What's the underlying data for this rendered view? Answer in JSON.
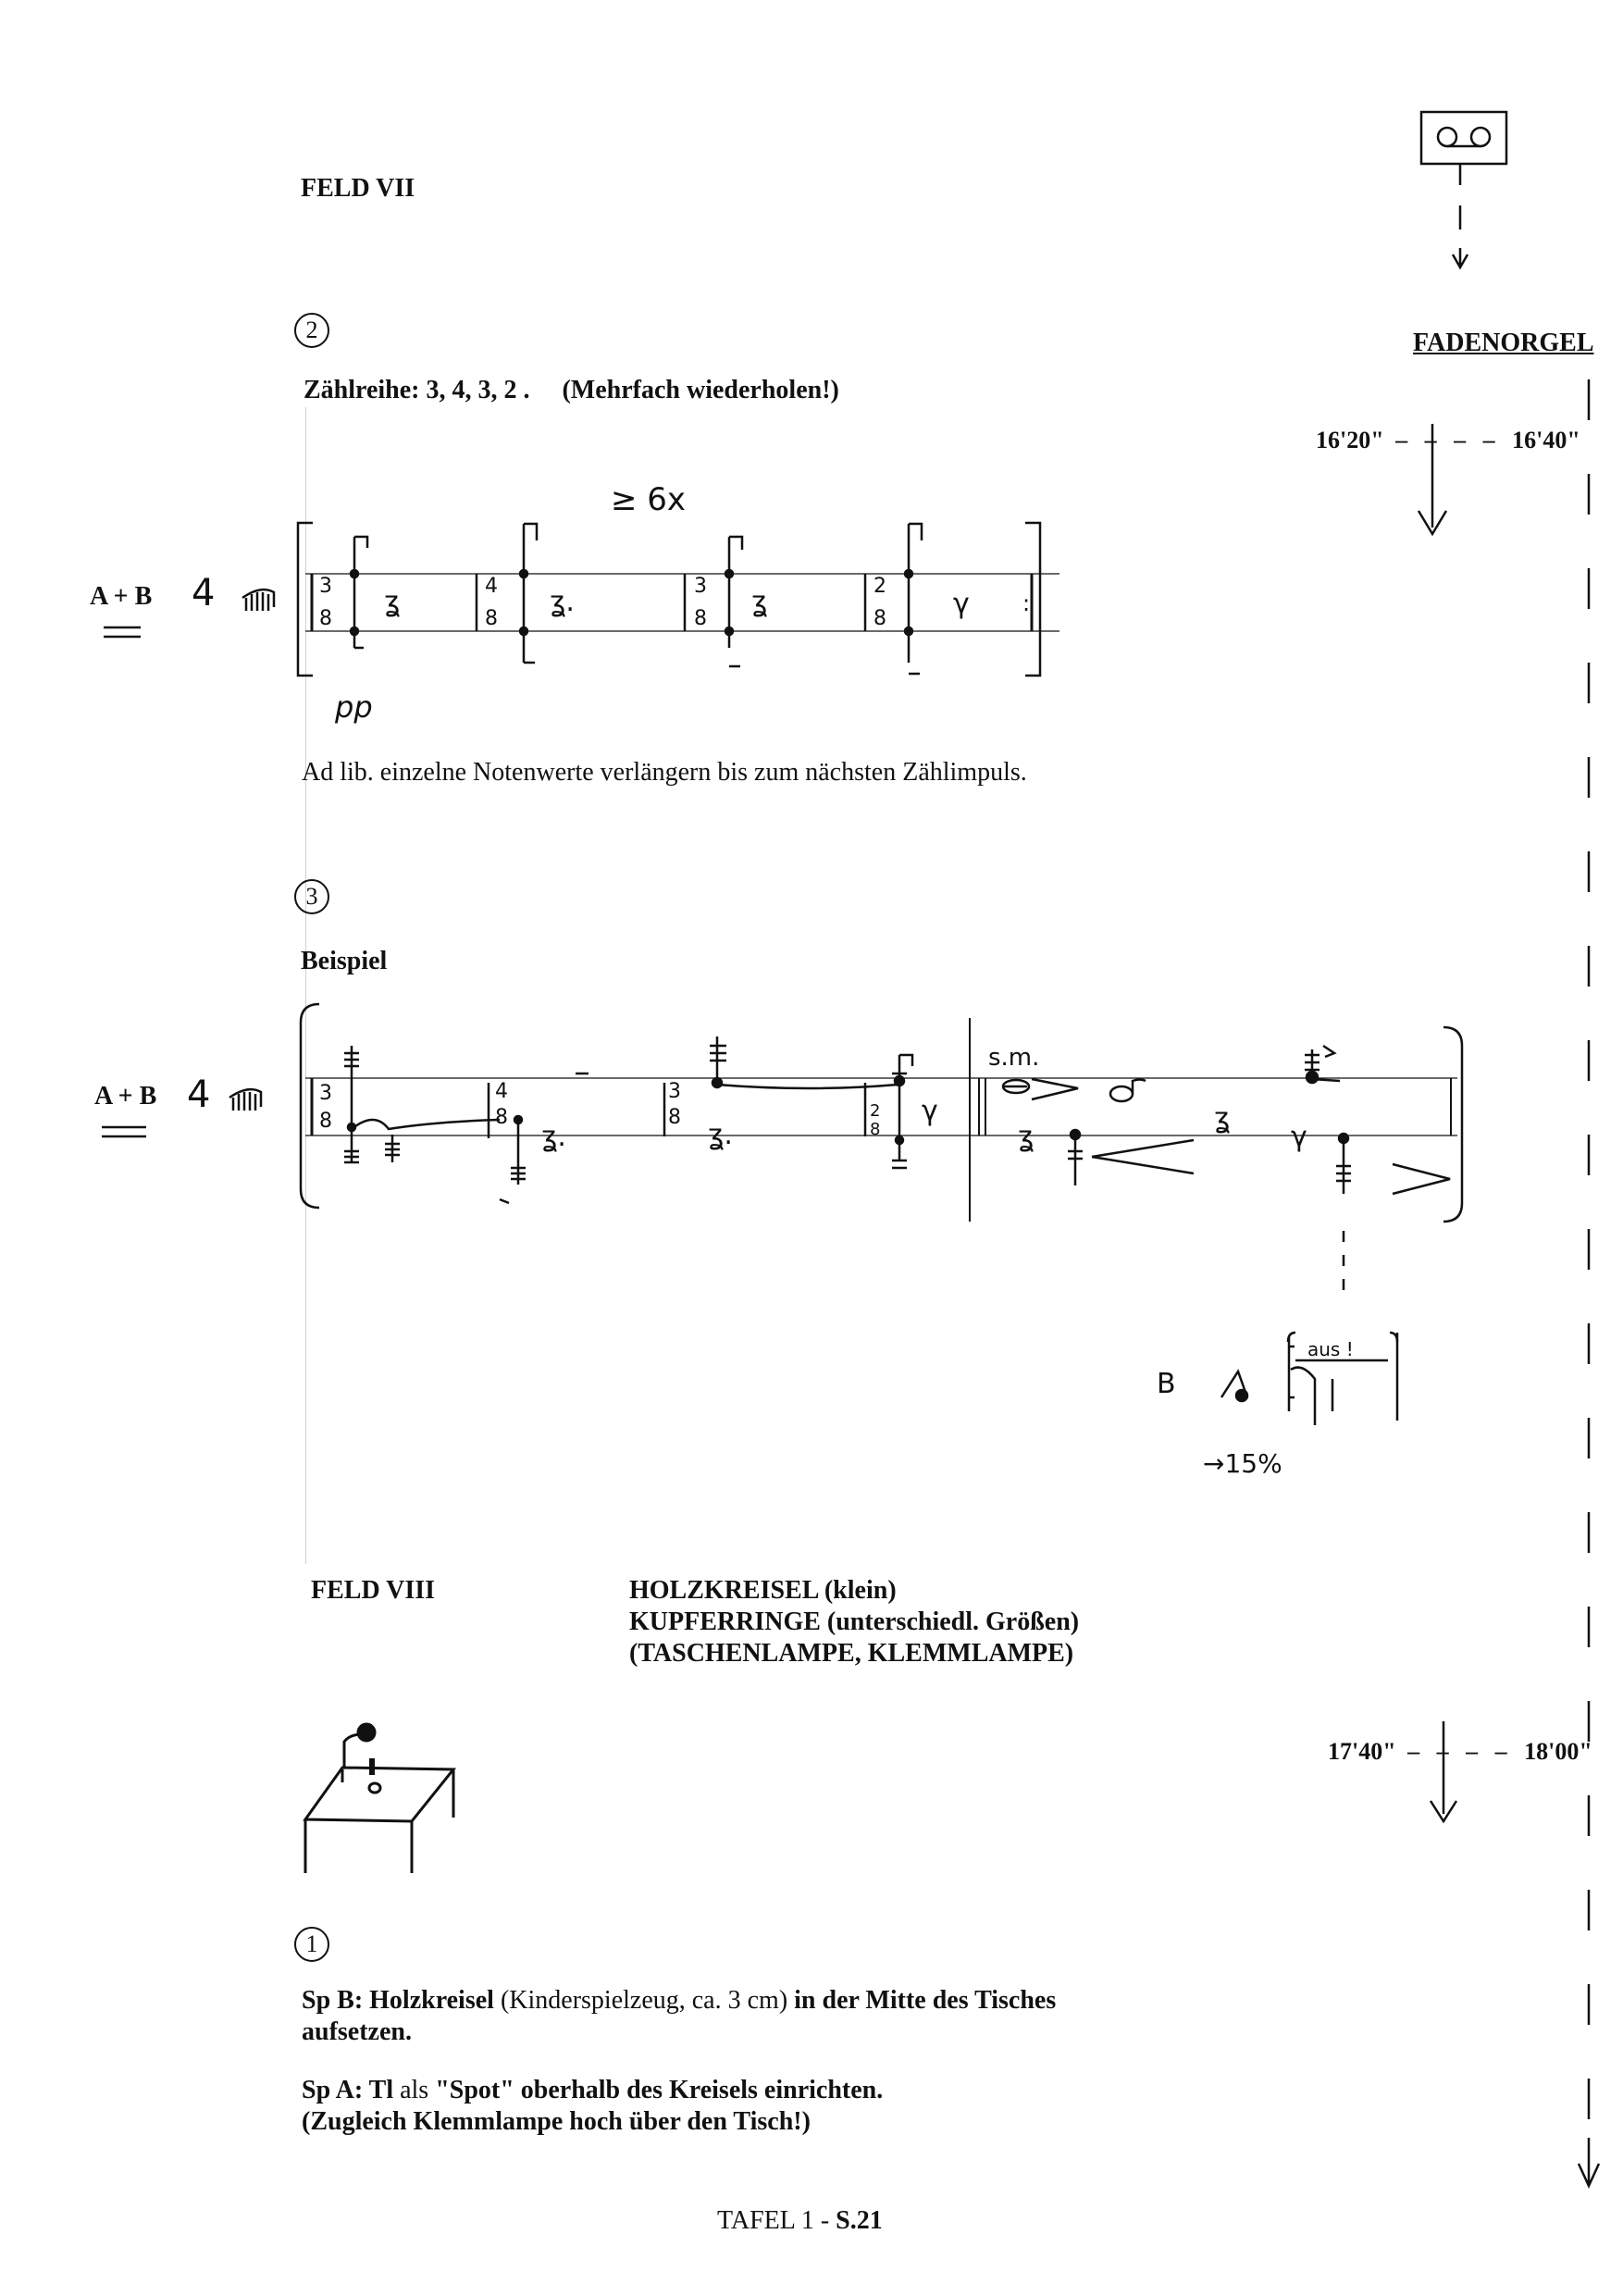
{
  "feld7": {
    "title": "FELD VII",
    "section2": {
      "number": "2",
      "count_row": "Zählreihe: 3, 4, 3, 2 .",
      "repeat_note": "(Mehrfach wiederholen!)",
      "players": "A + B",
      "instrument_count": "4",
      "repeat_mark": "≥ 6x",
      "time_signatures": [
        "3/8",
        "4/8",
        "3/8",
        "2/8"
      ],
      "dynamics": "pp",
      "instruction": "Ad lib. einzelne Notenwerte verlängern bis zum nächsten Zählimpuls."
    },
    "section3": {
      "number": "3",
      "label": "Beispiel",
      "players": "A + B",
      "instrument_count": "4",
      "simile": "s.m.",
      "time_signatures": [
        "3/8",
        "4/8",
        "3/8",
        "2/8"
      ],
      "light_player": "B",
      "light_off": "aus !",
      "light_level": "→15%"
    }
  },
  "feld8": {
    "title": "FELD VIII",
    "instruments": [
      "HOLZKREISEL (klein)",
      "KUPFERRINGE (unterschiedl. Größen)",
      "(TASCHENLAMPE, KLEMMLAMPE)"
    ],
    "section1": {
      "number": "1",
      "text_b_1_bold": "Sp B: Holzkreisel",
      "text_b_1_plain": " (Kinderspielzeug, ca. 3 cm) ",
      "text_b_1_bold2": "in der Mitte des Tisches",
      "text_b_2": "aufsetzen.",
      "text_a_1_bold": "Sp A: Tl",
      "text_a_1_plain": " als ",
      "text_a_1_bold2": "\"Spot\"  oberhalb des Kreisels einrichten.",
      "text_a_2": "(Zugleich Klemmlampe hoch über den Tisch!)"
    }
  },
  "sidebar": {
    "tape_label": "FADENORGEL",
    "time_range_1_start": "16'20\"",
    "time_range_1_end": "16'40\"",
    "time_range_2_start": "17'40\"",
    "time_range_2_end": "18'00\""
  },
  "footer": {
    "page_prefix": "TAFEL 1 - ",
    "page_number": "S.21"
  }
}
